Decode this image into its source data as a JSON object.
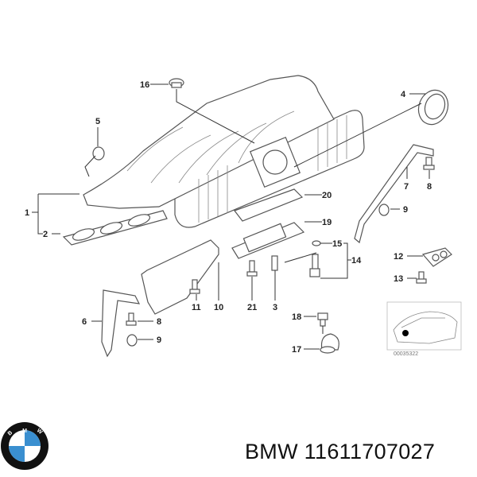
{
  "diagram": {
    "callouts": [
      "16",
      "5",
      "4",
      "1",
      "2",
      "20",
      "19",
      "15",
      "14",
      "7",
      "8",
      "9",
      "12",
      "13",
      "6",
      "8",
      "9",
      "11",
      "10",
      "21",
      "3",
      "18",
      "17"
    ],
    "inset_code": "00035322"
  },
  "footer": {
    "logo_letters": "BMW",
    "caption": "BMW 11611707027"
  },
  "colors": {
    "logo_blue": "#3a8fd0",
    "logo_ring": "#111111"
  }
}
